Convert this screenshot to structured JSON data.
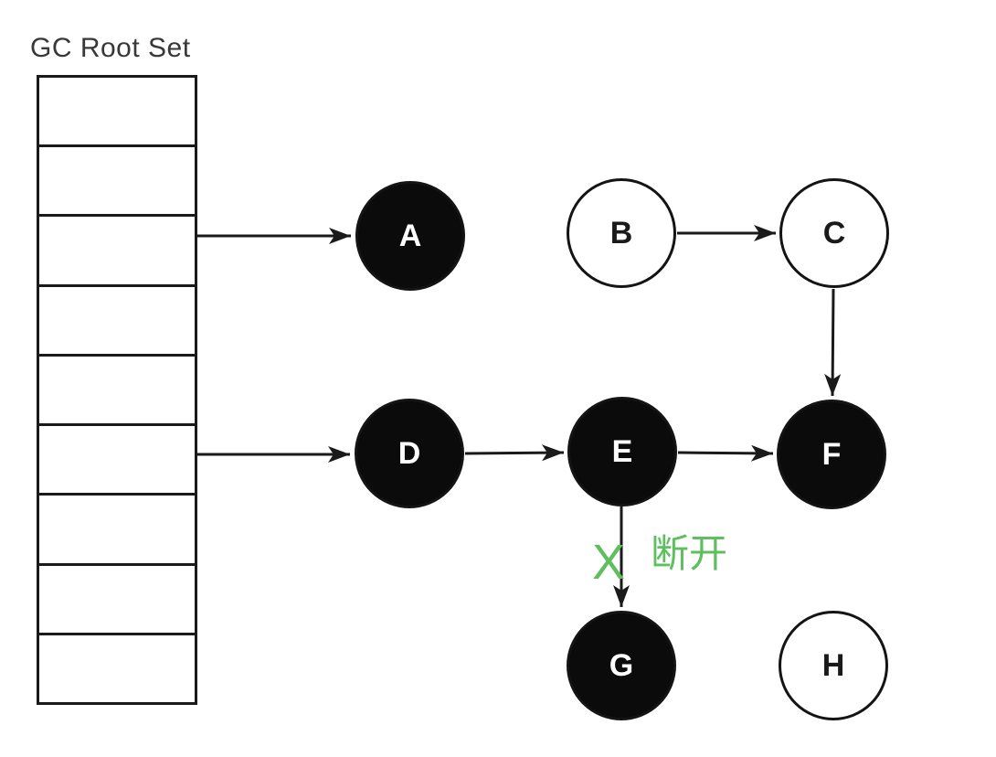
{
  "diagram": {
    "title": "GC Root Set",
    "type": "gc-reachability-graph",
    "colors": {
      "stroke": "#1a1a1a",
      "reachable_node_fill": "#0b0b0b",
      "reachable_node_text": "#ffffff",
      "unreachable_node_fill": "#ffffff",
      "unreachable_node_text": "#1a1a1a",
      "break_annotation_green": "#5fbf5f"
    },
    "root_table": {
      "rows": 9,
      "pointer_rows": [
        3,
        6
      ]
    },
    "nodes": [
      {
        "id": "A",
        "label": "A",
        "fill": "black"
      },
      {
        "id": "B",
        "label": "B",
        "fill": "white"
      },
      {
        "id": "C",
        "label": "C",
        "fill": "white"
      },
      {
        "id": "D",
        "label": "D",
        "fill": "black"
      },
      {
        "id": "E",
        "label": "E",
        "fill": "black"
      },
      {
        "id": "F",
        "label": "F",
        "fill": "black"
      },
      {
        "id": "G",
        "label": "G",
        "fill": "black"
      },
      {
        "id": "H",
        "label": "H",
        "fill": "white"
      }
    ],
    "edges": [
      {
        "from": "root-slot-3",
        "to": "A",
        "status": "normal"
      },
      {
        "from": "root-slot-6",
        "to": "D",
        "status": "normal"
      },
      {
        "from": "B",
        "to": "C",
        "status": "normal"
      },
      {
        "from": "C",
        "to": "F",
        "status": "normal"
      },
      {
        "from": "D",
        "to": "E",
        "status": "normal"
      },
      {
        "from": "E",
        "to": "F",
        "status": "normal"
      },
      {
        "from": "E",
        "to": "G",
        "status": "broken"
      }
    ],
    "break_annotation": {
      "x_mark": "X",
      "label": "断开"
    }
  }
}
